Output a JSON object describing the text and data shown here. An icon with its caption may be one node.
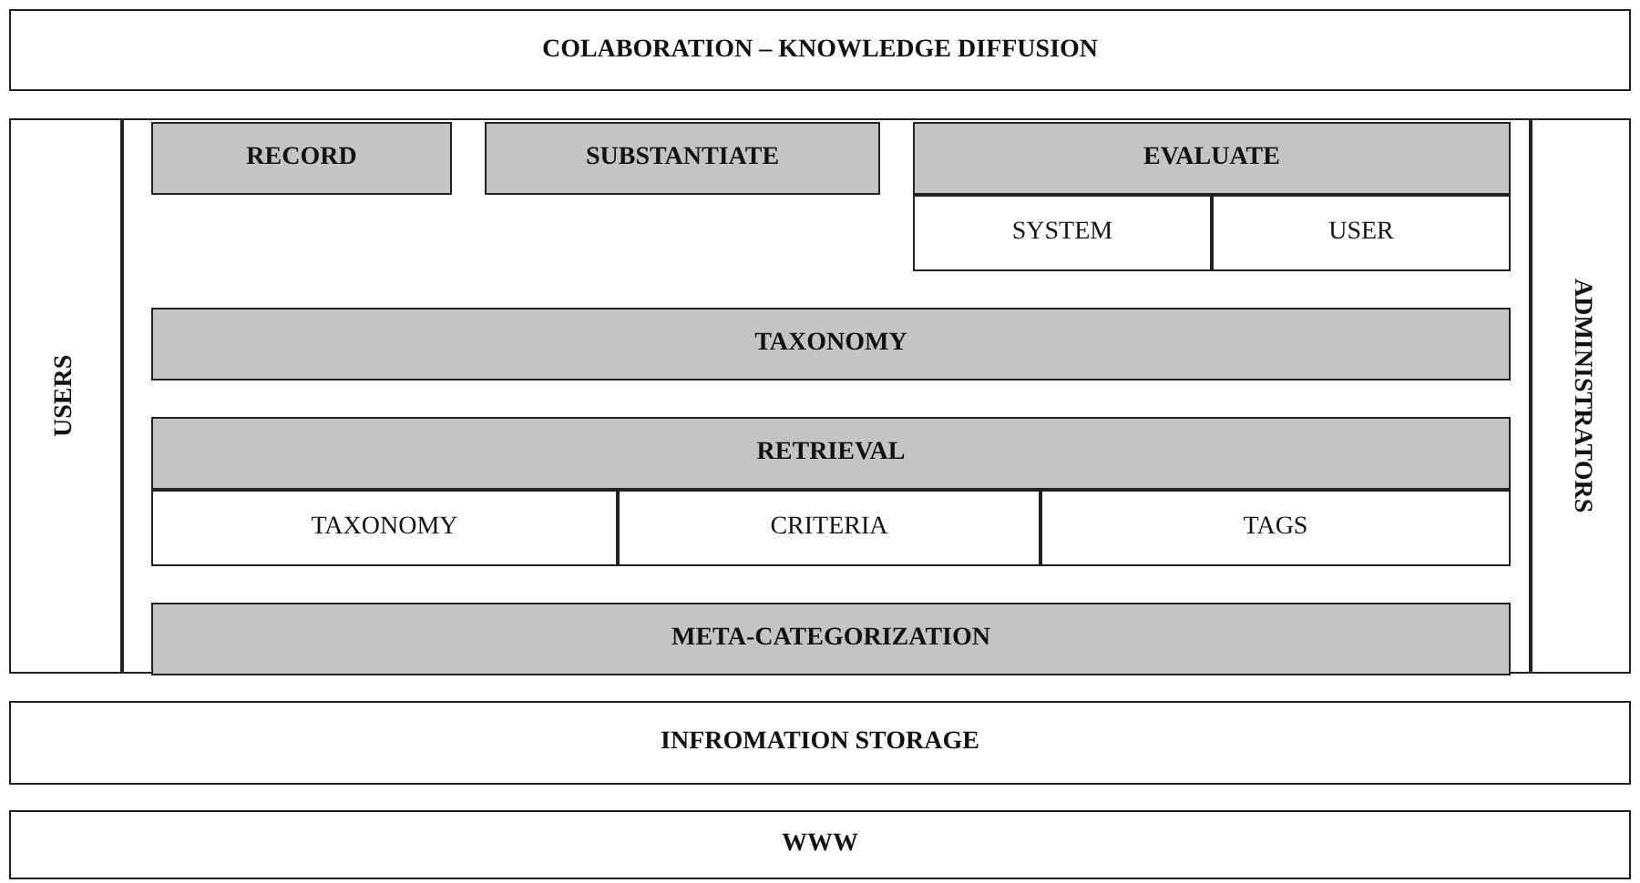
{
  "diagram": {
    "nodes": [
      {
        "text": [
          "COLABORATION – KNOWLEDGE DIFFUSION"
        ]
      },
      {
        "text": [
          "USERS"
        ]
      },
      {
        "text": [],
        "shape": "box"
      },
      {
        "text": [
          "RECORD"
        ],
        "in": 2
      },
      {
        "text": [
          "SUBSTANTIATE"
        ],
        "in": 2
      },
      {
        "text": [
          "EVALUATE"
        ],
        "in": 2
      },
      {
        "text": [
          "SYSTEM"
        ],
        "in": 2
      },
      {
        "text": [
          "USER"
        ],
        "in": 2
      },
      {
        "text": [
          "TAXONOMY"
        ],
        "in": 2
      },
      {
        "text": [
          "RETRIEVAL"
        ],
        "in": 2
      },
      {
        "text": [
          "TAXONOMY"
        ],
        "in": 2
      },
      {
        "text": [
          "CRITERIA"
        ],
        "in": 2
      },
      {
        "text": [
          "TAGS"
        ],
        "in": 2
      },
      {
        "text": [
          "META-CATEGORIZATION"
        ],
        "in": 2
      },
      {
        "text": [
          "ADMINISTRATORS"
        ]
      },
      {
        "text": [
          "INFROMATION STORAGE"
        ]
      },
      {
        "text": [
          "WWW"
        ]
      }
    ]
  }
}
